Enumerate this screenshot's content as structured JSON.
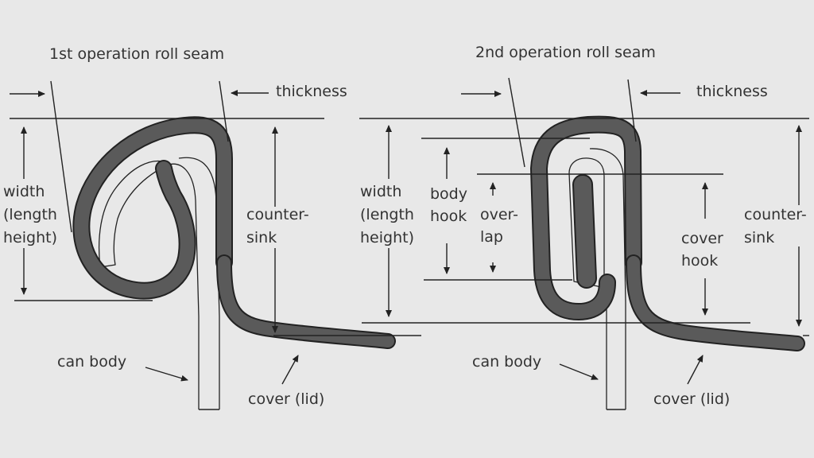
{
  "colors": {
    "background": "#e8e8e8",
    "seam_fill": "#5a5a5a",
    "outline": "#222222",
    "text": "#333333"
  },
  "left": {
    "title": "1st operation roll seam",
    "thickness": "thickness",
    "width": [
      "width",
      "(length",
      "height)"
    ],
    "countersink": [
      "counter-",
      "sink"
    ],
    "can_body": "can body",
    "cover": "cover (lid)"
  },
  "right": {
    "title": "2nd operation roll seam",
    "thickness": "thickness",
    "width": [
      "width",
      "(length",
      "height)"
    ],
    "body_hook": [
      "body",
      "hook"
    ],
    "overlap": [
      "over-",
      "lap"
    ],
    "cover_hook": [
      "cover",
      "hook"
    ],
    "countersink": [
      "counter-",
      "sink"
    ],
    "can_body": "can body",
    "cover": "cover (lid)"
  }
}
